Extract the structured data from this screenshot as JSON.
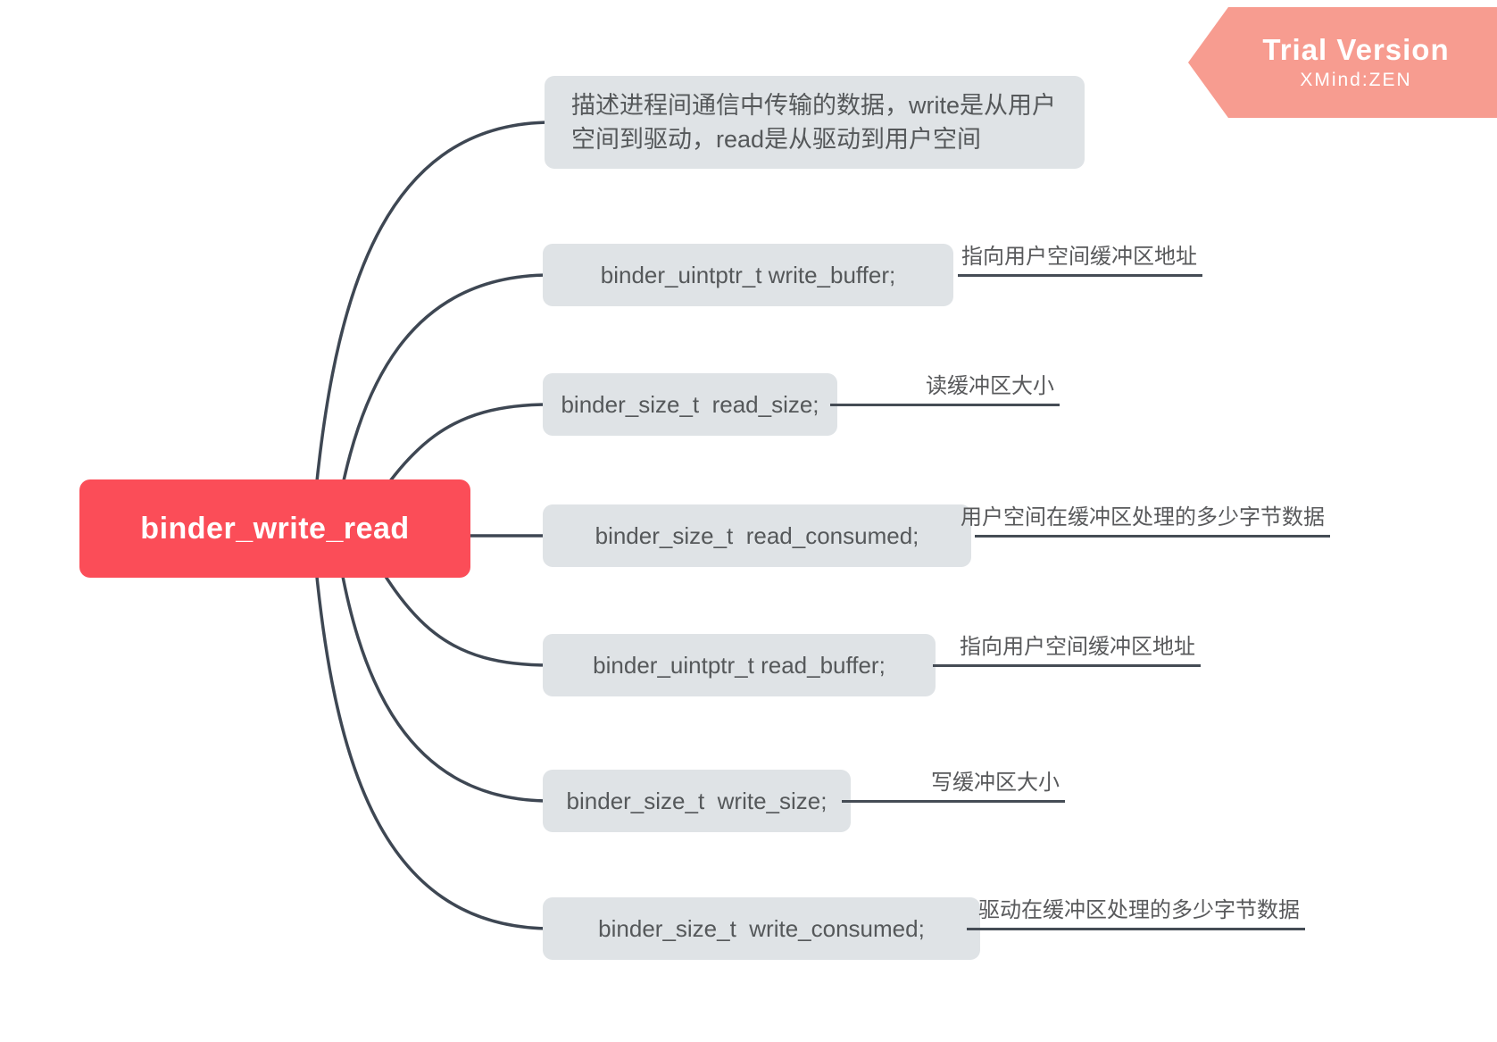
{
  "watermark": {
    "title": "Trial Version",
    "subtitle": "XMind:ZEN"
  },
  "root": {
    "label": "binder_write_read"
  },
  "children": [
    {
      "label": "描述进程间通信中传输的数据，write是从用户空间到驱动，read是从驱动到用户空间",
      "note": ""
    },
    {
      "label": "binder_uintptr_t write_buffer;",
      "note": "指向用户空间缓冲区地址"
    },
    {
      "label": "binder_size_t  read_size;",
      "note": "读缓冲区大小"
    },
    {
      "label": "binder_size_t  read_consumed;",
      "note": "用户空间在缓冲区处理的多少字节数据"
    },
    {
      "label": "binder_uintptr_t read_buffer;",
      "note": "指向用户空间缓冲区地址"
    },
    {
      "label": "binder_size_t  write_size;",
      "note": "写缓冲区大小"
    },
    {
      "label": "binder_size_t  write_consumed;",
      "note": "驱动在缓冲区处理的多少字节数据"
    }
  ],
  "colors": {
    "root_bg": "#fb4d58",
    "root_text": "#ffffff",
    "topic_bg": "#dfe3e6",
    "topic_text": "#55585a",
    "edge": "#3e4753",
    "callout_line": "#454c55",
    "watermark_bg": "#f79c90"
  }
}
